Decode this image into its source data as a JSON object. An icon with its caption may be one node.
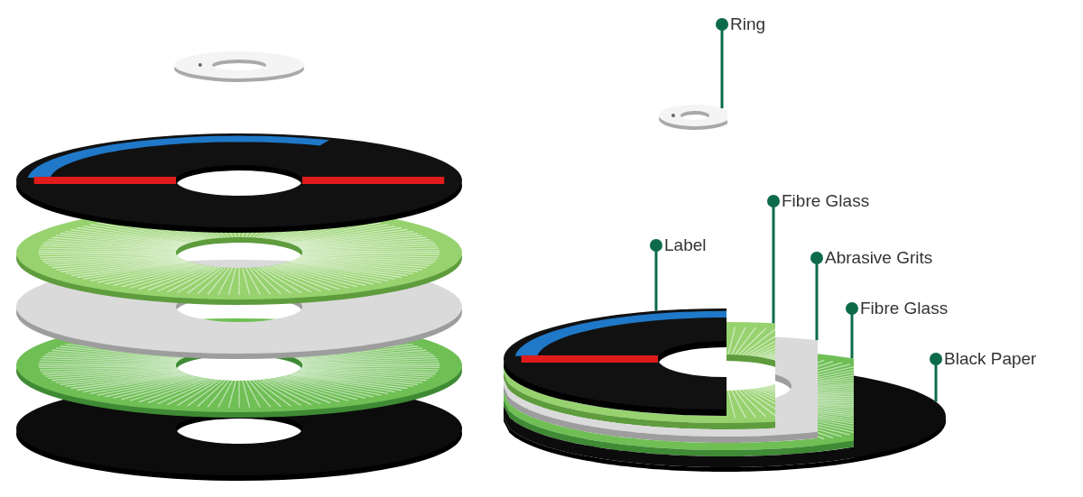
{
  "diagram": {
    "nodes": [
      {
        "text": [
          "Ring"
        ]
      },
      {
        "text": [
          "Fibre Glass"
        ]
      },
      {
        "text": [
          "Label"
        ]
      },
      {
        "text": [
          "Abrasive Grits"
        ]
      },
      {
        "text": [
          "Fibre Glass"
        ]
      },
      {
        "text": [
          "Black Paper"
        ]
      },
      {
        "text": [],
        "shape": "ring"
      },
      {
        "text": [],
        "shape": "disc"
      },
      {
        "text": [],
        "shape": "disc"
      },
      {
        "text": [],
        "shape": "disc"
      },
      {
        "text": [],
        "shape": "disc"
      },
      {
        "text": [],
        "shape": "disc"
      }
    ],
    "edges": [
      {
        "from": 0,
        "to": 6,
        "arrow": "other"
      },
      {
        "from": 1,
        "to": 8,
        "arrow": "other"
      },
      {
        "from": 2,
        "to": 7,
        "arrow": "other"
      },
      {
        "from": 3,
        "to": 9,
        "arrow": "other"
      },
      {
        "from": 4,
        "to": 10,
        "arrow": "other"
      },
      {
        "from": 5,
        "to": 11,
        "arrow": "other"
      }
    ]
  }
}
